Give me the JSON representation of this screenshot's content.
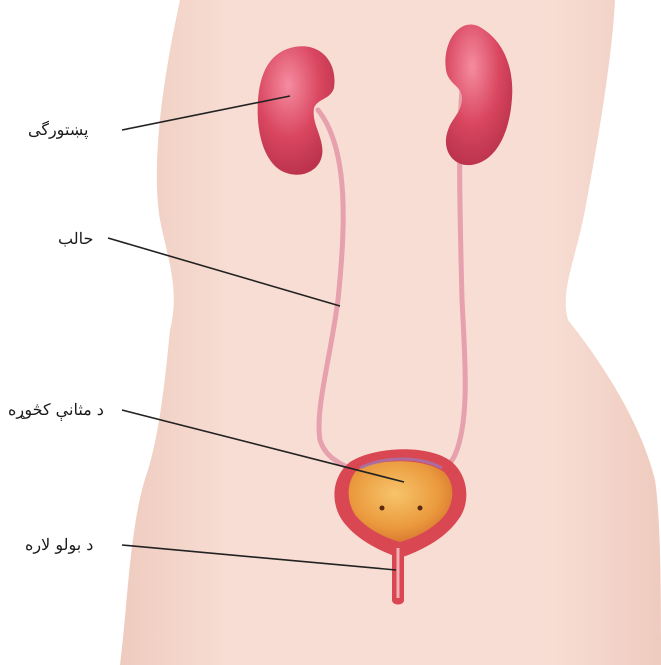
{
  "labels": {
    "kidney": "پښتورگی",
    "ureter": "حالب",
    "bladder": "د مثانې کڅوړه",
    "urethra": "د بولو لاره"
  },
  "colors": {
    "skin": "#f7ddd3",
    "skin_shadow": "#efcbbf",
    "kidney": "#d9465f",
    "kidney_highlight": "#f58ca0",
    "ureter": "#e7a0ad",
    "bladder_wall": "#d94852",
    "bladder_inner": "#eb9a3e",
    "leader_line": "#222222"
  }
}
